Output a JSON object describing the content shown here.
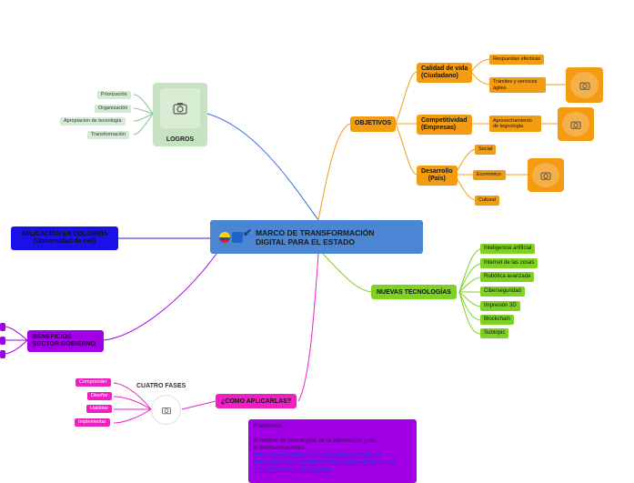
{
  "center": {
    "title_line1": "MARCO DE TRANSFORMACIÓN",
    "title_line2": "DIGITAL  PARA EL ESTADO"
  },
  "logros": {
    "label": "LOGROS",
    "items": [
      "Priorización",
      "Organización",
      "Apropiacion de tecnología",
      "Transformación"
    ]
  },
  "objetivos": {
    "label": "OBJETIVOS",
    "branches": [
      {
        "label_l1": "Calidad de vida",
        "label_l2": "(Ciudadano)",
        "leaves": [
          "Respuestas efectivas",
          "Trámites y servicios ágiles."
        ]
      },
      {
        "label_l1": "Competitividad",
        "label_l2": "(Empresas)",
        "leaves": [
          "Aprovechamiento de tegnologia"
        ]
      },
      {
        "label_l1": "Desarrollo",
        "label_l2": "(País)",
        "leaves": [
          "Social",
          "Económico",
          "Cultural"
        ]
      }
    ]
  },
  "nuevas": {
    "label": "NUEVAS TECNOLOGÍAS",
    "items": [
      "Inteligencia artificial",
      "Internet de las cosas",
      "Robótica avanzada",
      "Ciberseguridad",
      "Impresión 3D",
      "Blockchain",
      "Subtopic"
    ]
  },
  "aplicacion": {
    "label_l1": "APLICACIÓN EN COLOMBIA",
    "label_l2": "(Universidad de cali)"
  },
  "beneficios": {
    "label_l1": "BENEFICIOS",
    "label_l2": "SECTOR GOBIERNO"
  },
  "como": {
    "label": "¿COMO APLICARLAS?",
    "fases_title": "CUATRO FASES",
    "fases": [
      "Comprender",
      "Diseñar",
      "Habilitar",
      "Implementar"
    ]
  },
  "referencia": {
    "title": "Referencia",
    "text": "Ministerio de tecnologías de la información y las telecomunicaciones.",
    "url": "https://www.mintic.gov.co/portal/inicio/Sala-de-Prensa/Noticias/149186:MinTIC-publica-el-Marco-de-Transformacion-Digital-para-"
  },
  "colors": {
    "center": "#4a86d4",
    "orange": "#f39c12",
    "green": "#7ed321",
    "purple": "#a100e6",
    "pink": "#f01fc4",
    "blue": "#1a10e8",
    "logros": "#c5e3c0"
  },
  "icons": [
    "camera-icon",
    "colombia-flag-icon",
    "check-icon"
  ]
}
